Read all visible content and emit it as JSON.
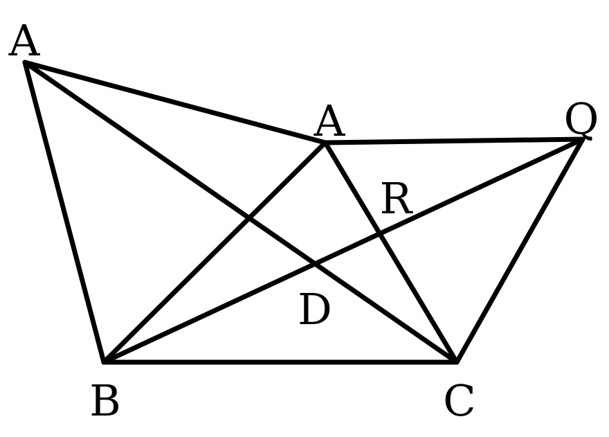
{
  "diagram": {
    "labels": {
      "a_left": "A",
      "a_mid": "A",
      "q": "Q",
      "r": "R",
      "d": "D",
      "b": "B",
      "c": "C"
    },
    "stroke_color": "#000000"
  }
}
